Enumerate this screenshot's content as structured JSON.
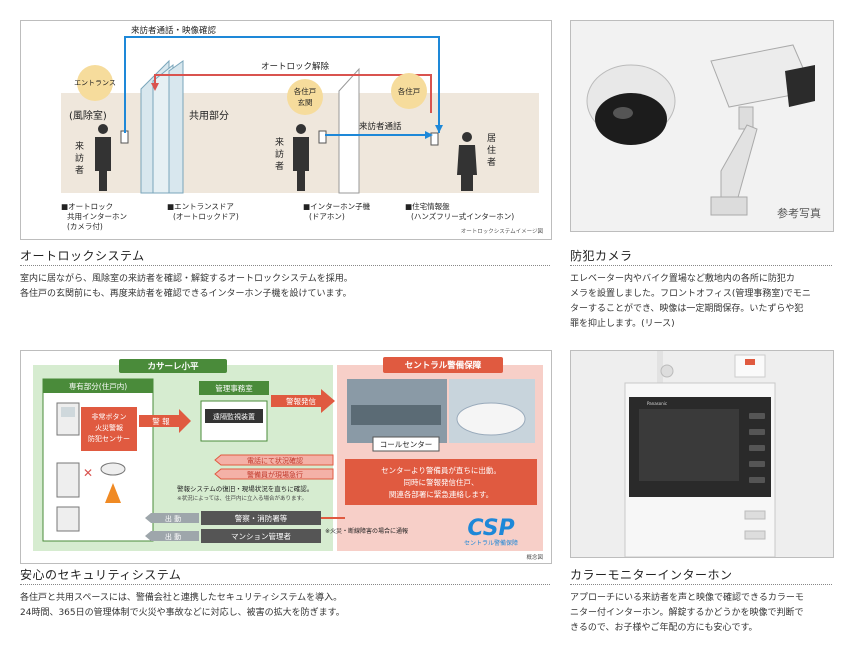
{
  "autolock": {
    "diagram": {
      "top_route": "来訪者通話・映像確認",
      "unlock": "オートロック解除",
      "entrance_circle": "エントランス",
      "windbreak": "(風除室)",
      "visitor_left": [
        "来",
        "訪",
        "者"
      ],
      "common_area": "共用部分",
      "door_circle": [
        "各住戸",
        "玄関"
      ],
      "visitor_mid": [
        "来",
        "訪",
        "者"
      ],
      "unit_circle": "各住戸",
      "visitor_call": "来訪者通話",
      "resident": [
        "居",
        "住",
        "者"
      ],
      "legend1": [
        "■オートロック",
        "共用インターホン",
        "(カメラ付)"
      ],
      "legend2": [
        "■エントランスドア",
        "(オートロックドア)"
      ],
      "legend3": [
        "■インターホン子機",
        "(ドアホン)"
      ],
      "legend4": [
        "■住宅情報盤",
        "(ハンズフリー式インターホン)"
      ],
      "caption": "オートロックシステムイメージ図"
    },
    "title": "オートロックシステム",
    "lines": [
      "室内に居ながら、風除室の来訪者を確認・解錠するオートロックシステムを採用。",
      "各住戸の玄関前にも、再度来訪者を確認できるインターホン子機を設けています。"
    ]
  },
  "camera": {
    "photo_label": "参考写真",
    "title": "防犯カメラ",
    "lines": [
      "エレベーター内やバイク置場など敷地内の各所に防犯カ",
      "メラを設置しました。フロントオフィス(管理事務室)でモニ",
      "ターすることができ、映像は一定期間保存。いたずらや犯",
      "罪を抑止します。(リース)"
    ]
  },
  "security": {
    "diagram": {
      "left_header": "カサーレ小平",
      "private_area": "専有部分(住戸内)",
      "mgmt_office": "管理事務室",
      "sensor_box": [
        "非常ボタン",
        "火災警報",
        "防犯センサー"
      ],
      "alarm1": "警 報",
      "monitor_box": "遠隔監視装置",
      "alarm2": "警報発信",
      "right_header": "セントラル警備保障",
      "call_center": "コールセンター",
      "confirm_phone": "電話にて状況確認",
      "guard_rush": "警備員が現場急行",
      "dispatch_box": [
        "センターより警備員が直ちに出動。",
        "同時に警報発信住戸、",
        "関連各部署に緊急連絡します。"
      ],
      "note1": "警報システムの復旧・現場状況を直ちに確認。",
      "note2": "※状況によっては、住戸内に立入る場合があります。",
      "dispatch1": "出 動",
      "police": "警察・消防署等",
      "fire_note": "※火災・断線障害の場合に通報",
      "dispatch2": "出 動",
      "manager": "マンション管理者",
      "logo_big": "CSP",
      "logo_small": "セントラル警備保障",
      "caption": "概念図"
    },
    "title": "安心のセキュリティシステム",
    "lines": [
      "各住戸と共用スペースには、警備会社と連携したセキュリティシステムを導入。",
      "24時間、365日の管理体制で火災や事故などに対応し、被害の拡大を防ぎます。"
    ]
  },
  "monitor": {
    "brand": "Panasonic",
    "title": "カラーモニターインターホン",
    "lines": [
      "アプローチにいる来訪者を声と映像で確認できるカラーモ",
      "ニター付インターホン。解錠するかどうかを映像で判断で",
      "きるので、お子様やご年配の方にも安心です。"
    ]
  },
  "colors": {
    "blue_route": "#1e88d8",
    "red_route": "#d9534f",
    "green_area": "#d6ecd0",
    "pink_area": "#f7cfc8",
    "security_red": "#e05a40"
  }
}
